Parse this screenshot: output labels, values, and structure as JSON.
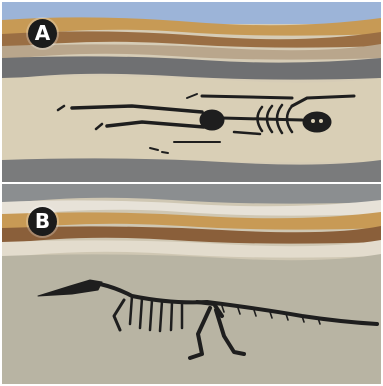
{
  "panels": [
    {
      "label": "A",
      "content": "human-skeleton"
    },
    {
      "label": "B",
      "content": "dinosaur-skeleton"
    }
  ],
  "colors": {
    "sky": "#9cb4d8",
    "topsoil": "#b98a4a",
    "clay": "#8a6a4a",
    "gray_layer": "#7b7e80",
    "sand_layer": "#d9cdb0",
    "bone": "#1e1e1e"
  }
}
